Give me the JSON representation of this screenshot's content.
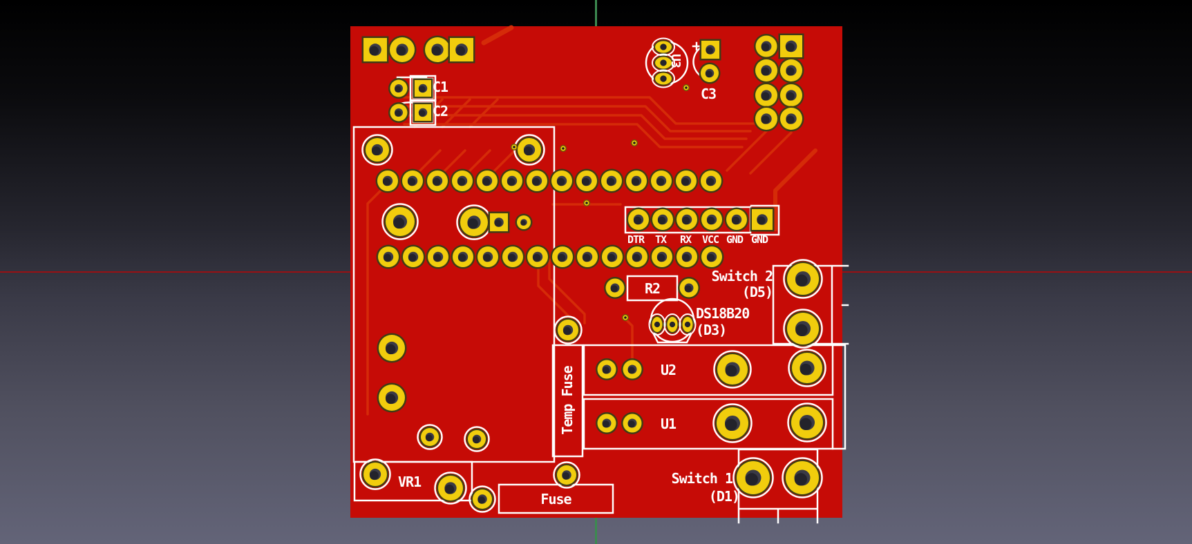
{
  "canvas": {
    "background_top_color": "#000000",
    "background_bottom_color": "#636478",
    "crosshair_horizontal_color": "#991013",
    "crosshair_vertical_color": "#3c8a50"
  },
  "board": {
    "copper_color": "#c60b06",
    "trace_color": "#d62d09",
    "pad_color": "#f1cd0d",
    "silkscreen_color": "#ffffff"
  },
  "labels": {
    "c1": "C1",
    "c2": "C2",
    "c3": "C3",
    "u3": "U3",
    "header_pins": [
      "DTR",
      "TX",
      "RX",
      "VCC",
      "GND",
      "GND"
    ],
    "switch2_name": "Switch 2",
    "switch2_ref": "(D5)",
    "sensor_name": "DS18B20",
    "sensor_ref": "(D3)",
    "r2": "R2",
    "temp_fuse": "Temp Fuse",
    "u2": "U2",
    "u1": "U1",
    "vr1": "VR1",
    "fuse": "Fuse",
    "switch1_name": "Switch 1",
    "switch1_ref": "(D1)"
  }
}
